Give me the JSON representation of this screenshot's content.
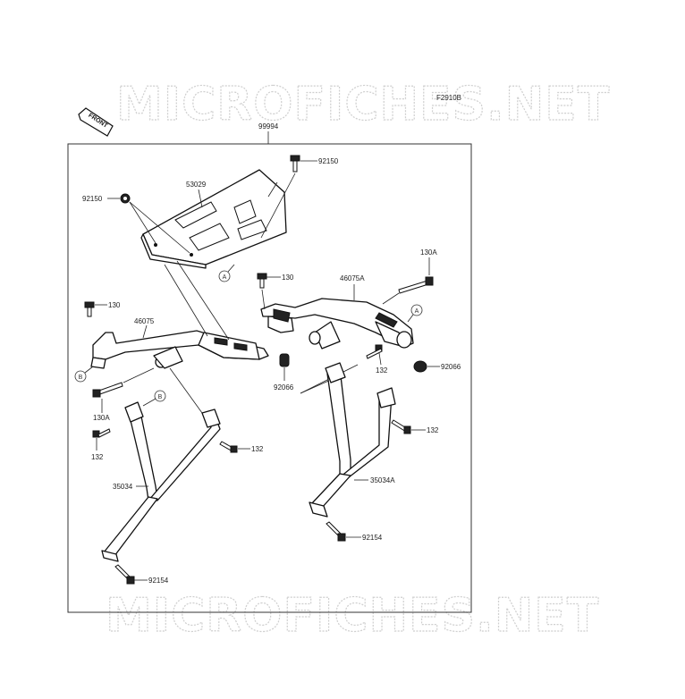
{
  "watermark": {
    "text": "MICROFICHES.NET"
  },
  "diagram_code": "F2910B",
  "front_arrow_label": "FRONT",
  "assembly_label": "99994",
  "parts": {
    "p92150_top": "92150",
    "p92150_left": "92150",
    "p53029": "53029",
    "p130_left": "130",
    "p130_mid": "130",
    "p130a_right": "130A",
    "p46075": "46075",
    "p46075a": "46075A",
    "p92066_left": "92066",
    "p92066_right": "92066",
    "p130a_left": "130A",
    "p132_right_top": "132",
    "p132_left": "132",
    "p132_mid": "132",
    "p132_right": "132",
    "p35034": "35034",
    "p35034a": "35034A",
    "p92154_right": "92154",
    "p92154_left": "92154"
  },
  "refs": {
    "a_top": "A",
    "a_right": "A",
    "b_left": "B",
    "b_low": "B"
  }
}
